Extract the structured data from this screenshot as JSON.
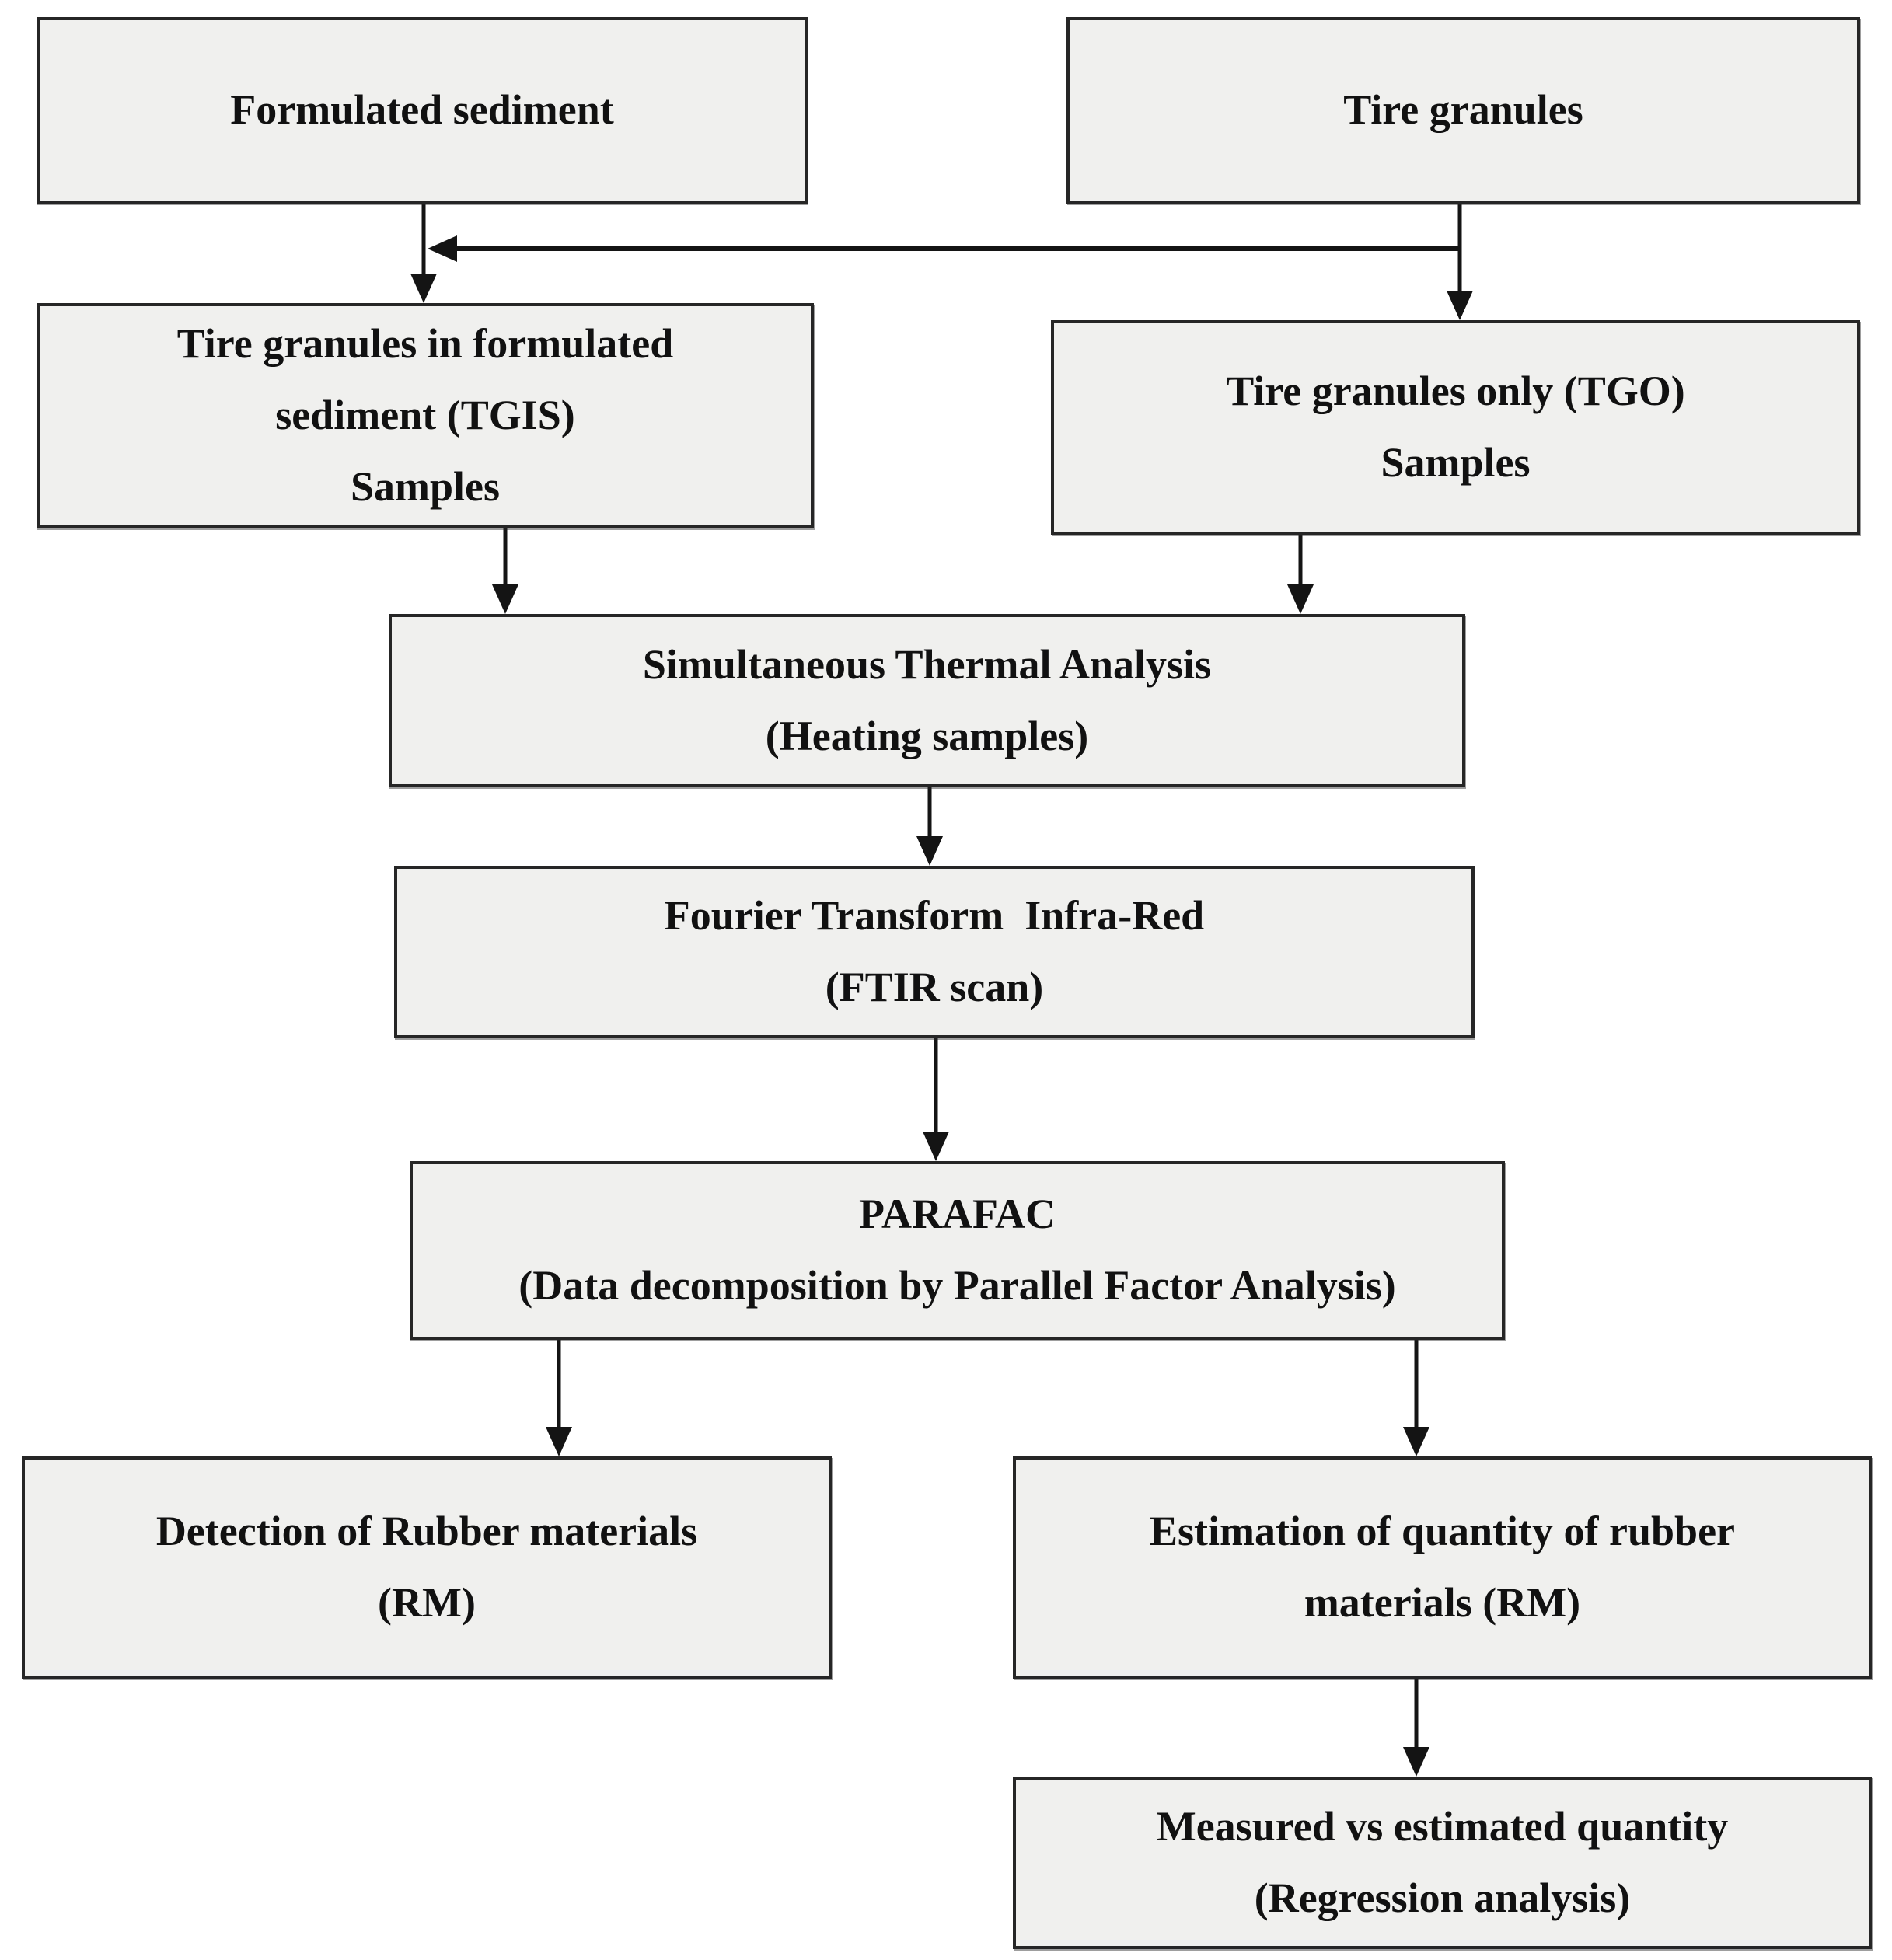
{
  "boxes": {
    "formulated_sediment": {
      "lines": [
        "Formulated sediment"
      ]
    },
    "tire_granules": {
      "lines": [
        "Tire granules"
      ]
    },
    "tgis": {
      "lines": [
        "Tire granules in formulated",
        "sediment (TGIS)",
        "Samples"
      ]
    },
    "tgo": {
      "lines": [
        "Tire granules only (TGO)",
        "Samples"
      ]
    },
    "sta": {
      "lines": [
        "Simultaneous Thermal Analysis",
        "(Heating samples)"
      ]
    },
    "ftir": {
      "lines": [
        "Fourier Transform  Infra-Red",
        "(FTIR scan)"
      ]
    },
    "parafac": {
      "lines": [
        "PARAFAC",
        "(Data decomposition by Parallel Factor Analysis)"
      ]
    },
    "detection": {
      "lines": [
        "Detection of Rubber materials",
        "(RM)"
      ]
    },
    "estimation": {
      "lines": [
        "Estimation of quantity of rubber",
        "materials (RM)"
      ]
    },
    "measured": {
      "lines": [
        "Measured vs estimated quantity",
        "(Regression analysis)"
      ]
    }
  },
  "edges": [
    {
      "from": "formulated_sediment",
      "to": "tgis"
    },
    {
      "from": "tire_granules",
      "to": "tgis"
    },
    {
      "from": "tire_granules",
      "to": "tgo"
    },
    {
      "from": "tgis",
      "to": "sta"
    },
    {
      "from": "tgo",
      "to": "sta"
    },
    {
      "from": "sta",
      "to": "ftir"
    },
    {
      "from": "ftir",
      "to": "parafac"
    },
    {
      "from": "parafac",
      "to": "detection"
    },
    {
      "from": "parafac",
      "to": "estimation"
    },
    {
      "from": "estimation",
      "to": "measured"
    }
  ],
  "colors": {
    "box_fill": "#f0f0ee",
    "box_border": "#262626",
    "connector": "#141414",
    "text": "#111111",
    "page_background": "#ffffff"
  }
}
